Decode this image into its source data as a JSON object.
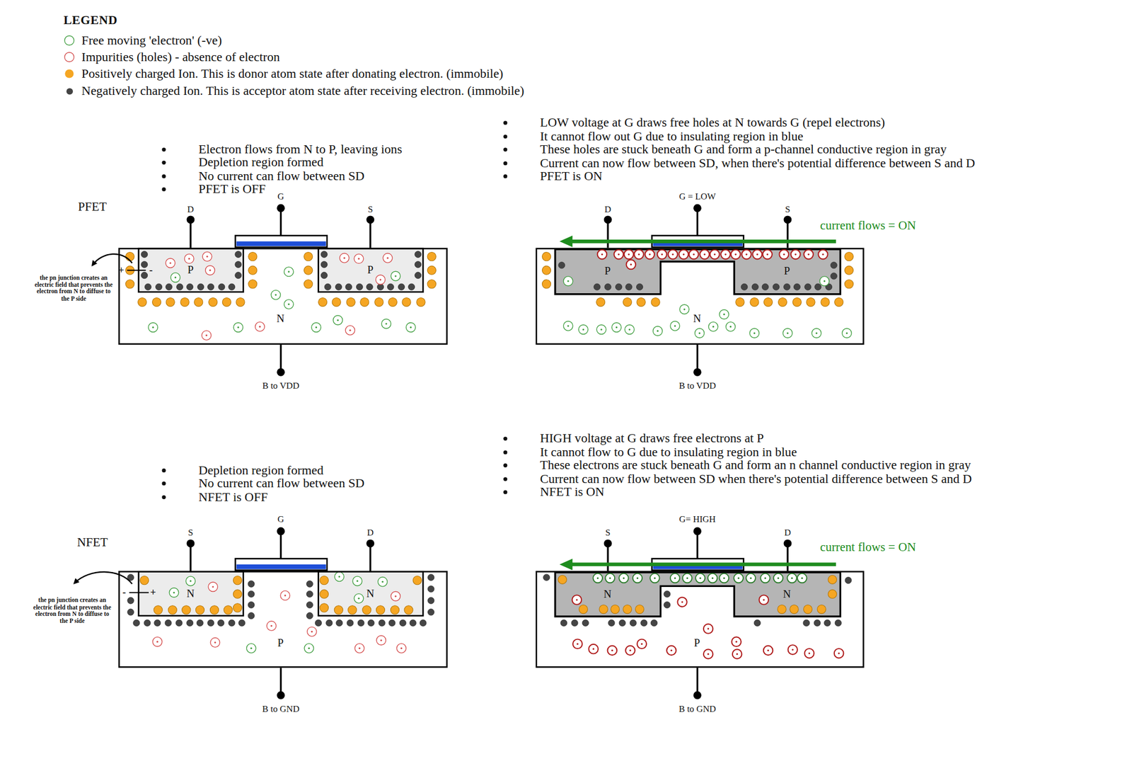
{
  "diagram": {
    "nodes": [
      {
        "text": [
          "N"
        ]
      },
      {
        "text": [
          "P"
        ],
        "in": 0
      },
      {
        "text": [
          "P"
        ],
        "in": 0
      },
      {
        "text": [
          "N"
        ]
      },
      {
        "text": [
          "P"
        ],
        "in": 3
      },
      {
        "text": [
          "P"
        ],
        "in": 3
      },
      {
        "text": [
          "P"
        ]
      },
      {
        "text": [
          "N"
        ],
        "in": 6
      },
      {
        "text": [
          "N"
        ],
        "in": 6
      },
      {
        "text": [
          "P"
        ]
      },
      {
        "text": [
          "N"
        ],
        "in": 9
      },
      {
        "text": [
          "N"
        ],
        "in": 9
      }
    ],
    "labels": [
      "LEGEND",
      "Electron flows from N to P, leaving ions",
      "Depletion region formed",
      "No current can flow between SD",
      "PFET is OFF",
      "PFET",
      "D",
      "G",
      "S",
      "the pn junction creates an electric field that prevents the electron from N to diffuse to the P side",
      "+",
      "-",
      "B to VDD",
      "LOW voltage at G draws free holes at N towards G (repel electrons)",
      "It cannot flow out G due to insulating region in blue",
      "These holes are stuck beneath G and form a p-channel conductive region in gray",
      "Current can now flow between SD, when there's potential difference between S and D",
      "PFET is ON",
      "G = LOW",
      "D",
      "S",
      "current flows = ON",
      "B to VDD",
      "HIGH voltage at G draws free electrons at P",
      "It cannot flow to G due to insulating region in blue",
      "These electrons are stuck beneath G and form an n channel conductive region in gray",
      "Current can now flow between SD when there's potential difference between S and D",
      "NFET is ON",
      "Depletion region formed",
      "No current can flow between SD",
      "NFET is OFF",
      "NFET",
      "S",
      "G",
      "D",
      "the pn junction creates an electric field that prevents the electron from N to diffuse to the P side",
      "-",
      "+",
      "B to GND",
      "G= HIGH",
      "S",
      "D",
      "current flows = ON",
      "B to GND"
    ],
    "legend": [
      {
        "text": "Free moving 'electron' (-ve)"
      },
      {
        "text": "Impurities (holes) - absence of electron"
      },
      {
        "text": "Positively charged Ion. This is donor atom state after donating electron. (immobile)",
        "color": "#f5a623"
      },
      {
        "text": "Negatively charged Ion. This is acceptor atom state after receiving electron. (immobile)",
        "color": "#444444"
      }
    ]
  }
}
